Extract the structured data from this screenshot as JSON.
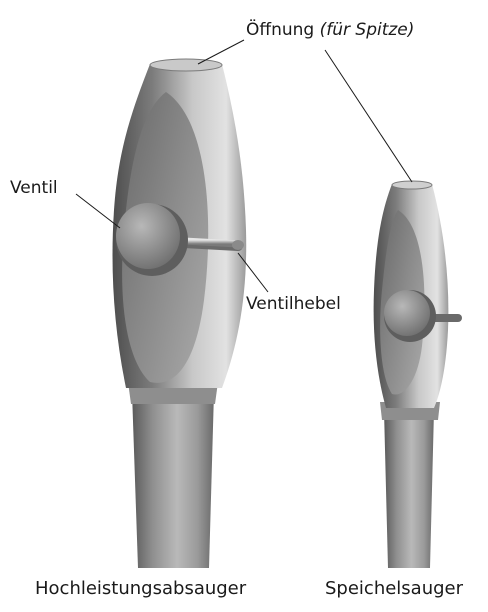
{
  "labels": {
    "opening_main": "Öffnung",
    "opening_note": "(für Spitze)",
    "valve": "Ventil",
    "valve_lever": "Ventilhebel"
  },
  "captions": {
    "left": "Hochleistungsabsauger",
    "right": "Speichelsauger"
  },
  "colors": {
    "metal_dark": "#4a4a4a",
    "metal_mid": "#8c8c8c",
    "metal_light": "#d9d9d9",
    "text": "#1a1a1a",
    "background": "#ffffff"
  }
}
